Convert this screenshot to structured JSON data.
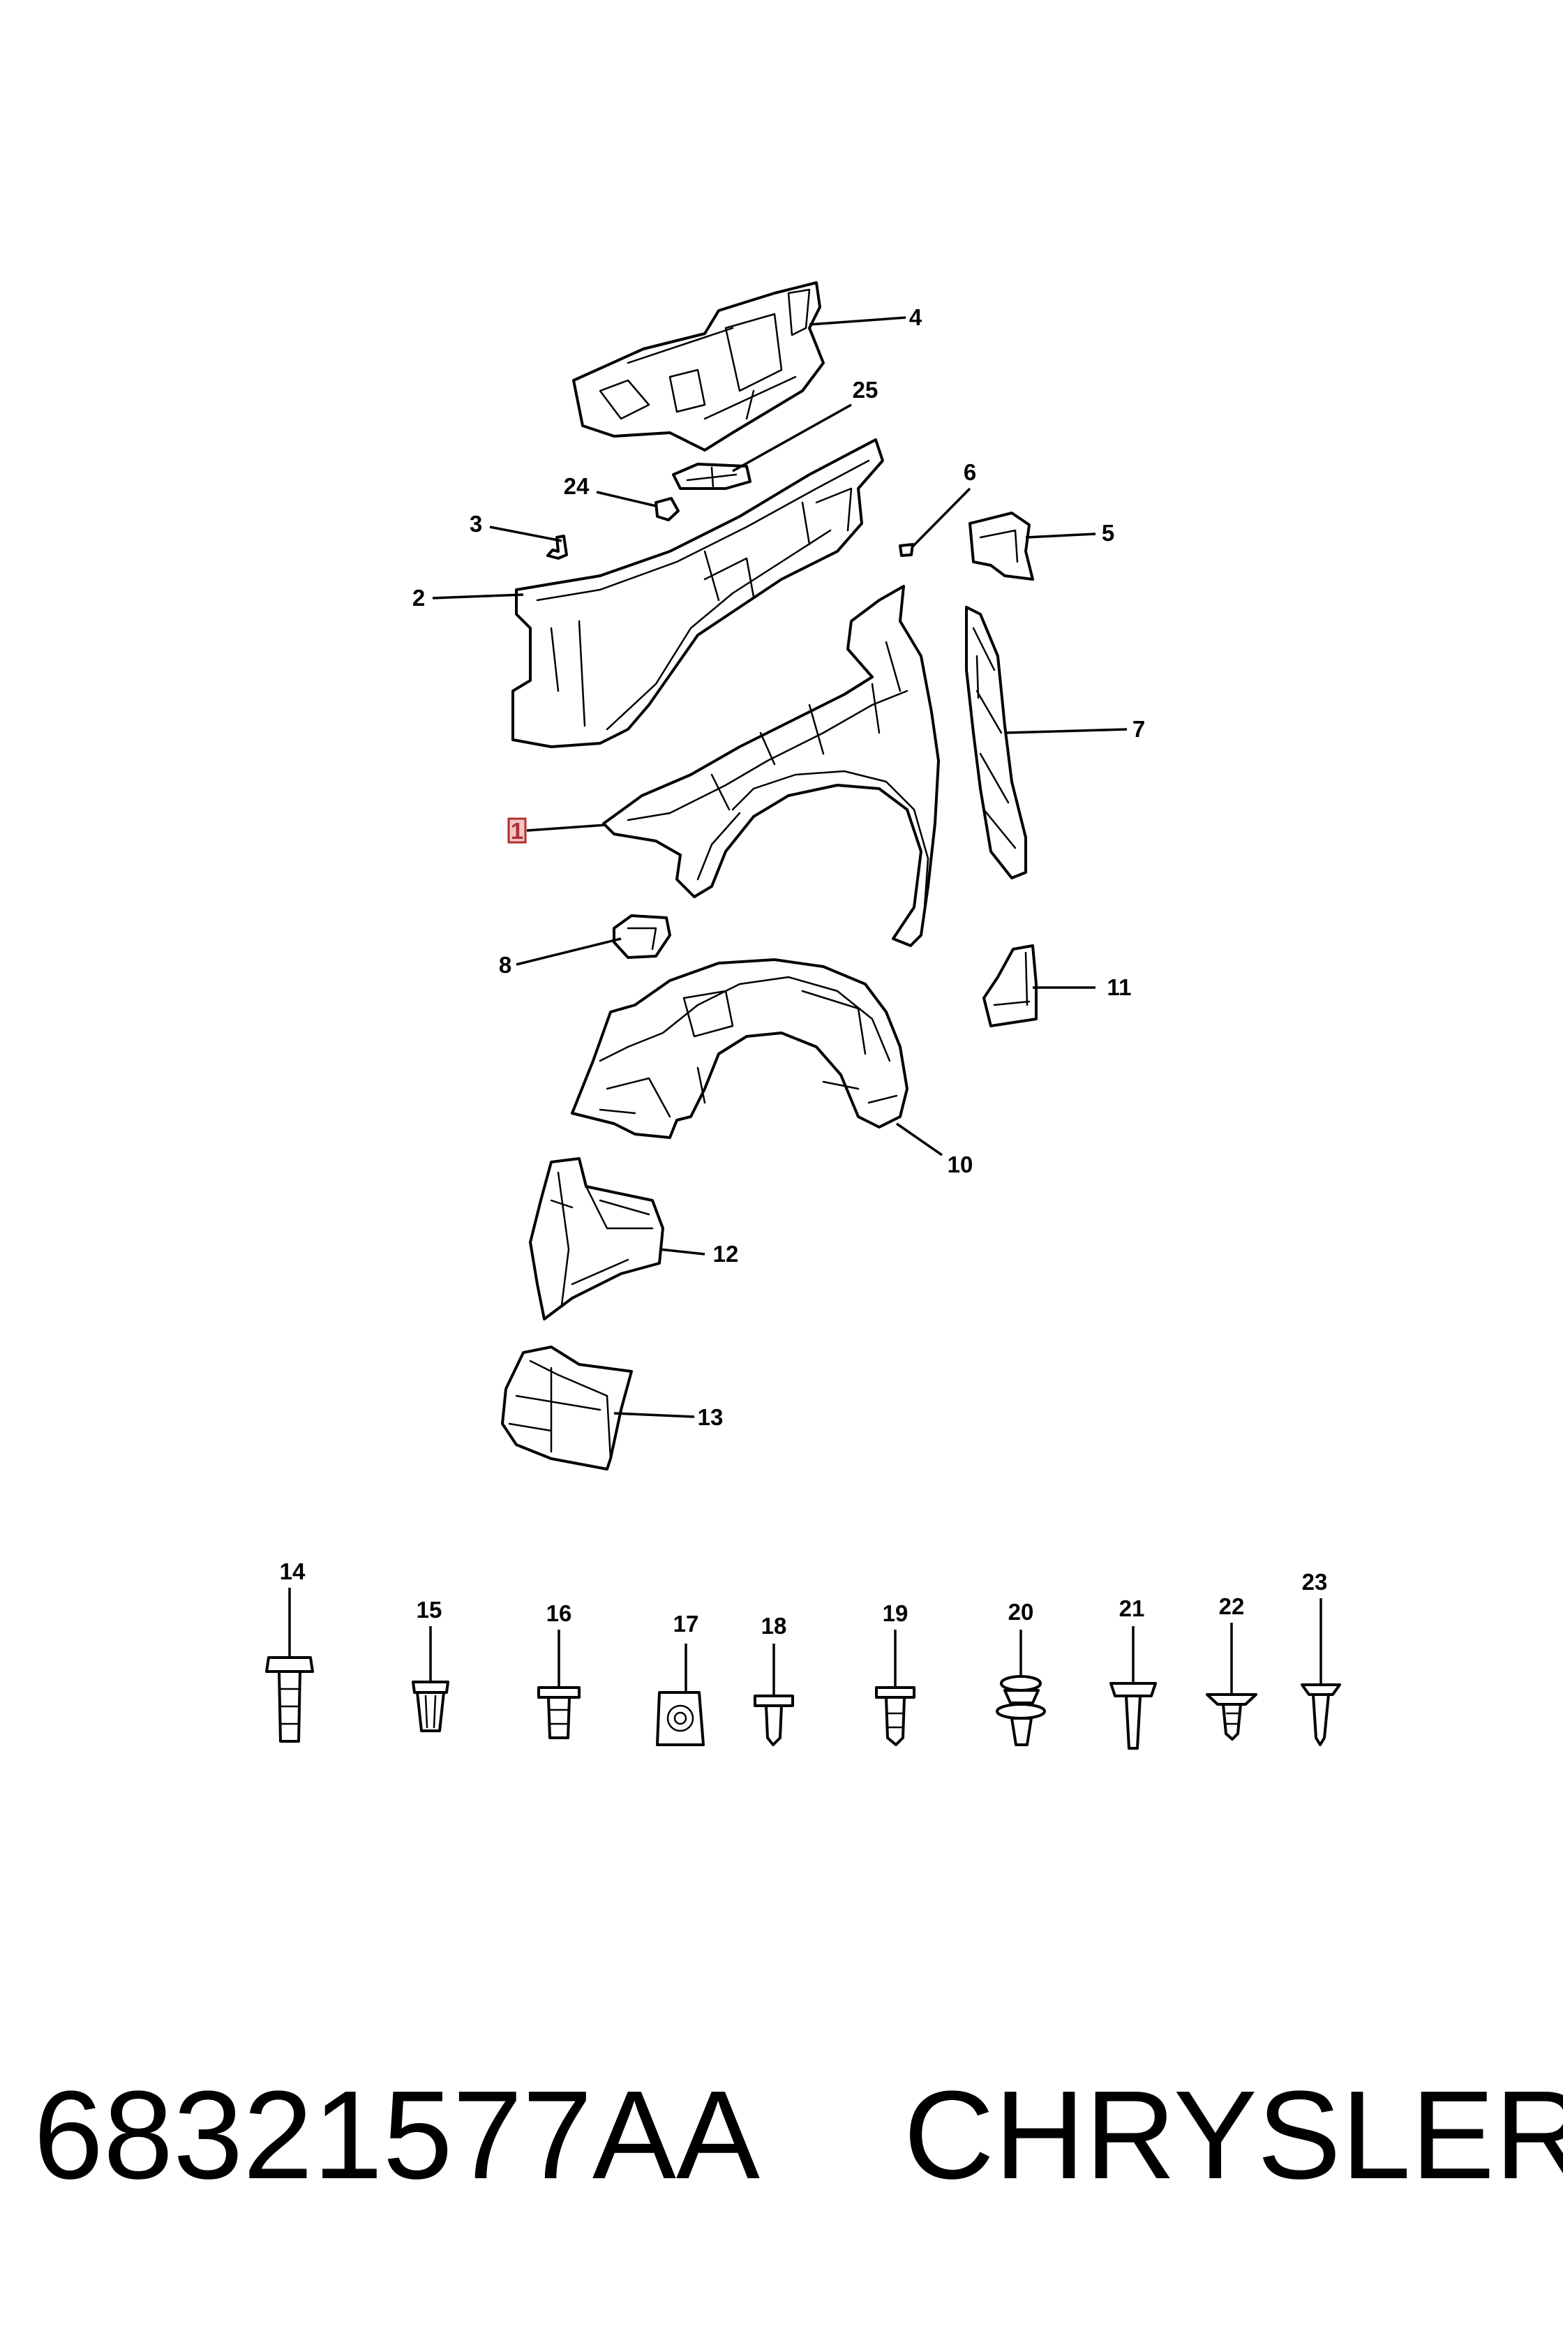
{
  "diagram": {
    "callouts": [
      {
        "id": "callout-1",
        "label": "1",
        "highlighted": true
      },
      {
        "id": "callout-2",
        "label": "2"
      },
      {
        "id": "callout-3",
        "label": "3"
      },
      {
        "id": "callout-4",
        "label": "4"
      },
      {
        "id": "callout-5",
        "label": "5"
      },
      {
        "id": "callout-6",
        "label": "6"
      },
      {
        "id": "callout-7",
        "label": "7"
      },
      {
        "id": "callout-8",
        "label": "8"
      },
      {
        "id": "callout-10",
        "label": "10"
      },
      {
        "id": "callout-11",
        "label": "11"
      },
      {
        "id": "callout-12",
        "label": "12"
      },
      {
        "id": "callout-13",
        "label": "13"
      },
      {
        "id": "callout-14",
        "label": "14"
      },
      {
        "id": "callout-15",
        "label": "15"
      },
      {
        "id": "callout-16",
        "label": "16"
      },
      {
        "id": "callout-17",
        "label": "17"
      },
      {
        "id": "callout-18",
        "label": "18"
      },
      {
        "id": "callout-19",
        "label": "19"
      },
      {
        "id": "callout-20",
        "label": "20"
      },
      {
        "id": "callout-21",
        "label": "21"
      },
      {
        "id": "callout-22",
        "label": "22"
      },
      {
        "id": "callout-23",
        "label": "23"
      },
      {
        "id": "callout-24",
        "label": "24"
      },
      {
        "id": "callout-25",
        "label": "25"
      }
    ],
    "highlight_color": "#b03030"
  },
  "footer": {
    "part_number": "68321577AA",
    "brand": "CHRYSLER"
  }
}
